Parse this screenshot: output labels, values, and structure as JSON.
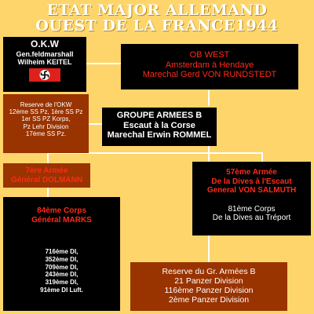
{
  "title": {
    "line1": "ETAT MAJOR ALLEMAND",
    "line2": "OUEST DE LA FRANCE1944"
  },
  "okw": {
    "name": "O.K.W",
    "rank": "Gen.feldmarshall",
    "commander": "Wilheim KEITEL"
  },
  "ob_west": {
    "name": "OB WEST",
    "area": "Amsterdam à Hendaye",
    "commander": "Marechal Gerd VON RUNDSTEDT"
  },
  "okw_reserve": {
    "lines": [
      "Reserve de l'OKW",
      "12ème SS Pz, 1ère SS Pz",
      "1er SS PZ Korps,",
      "Pz Lehr Division",
      "17ème SS Pz."
    ]
  },
  "army_group_b": {
    "name": "GROUPE ARMEES B",
    "area": "Escaut à la Corse",
    "commander": "Marechal Erwin ROMMEL"
  },
  "army7": {
    "name": "7ère Armée",
    "commander": "Général DOLMANN"
  },
  "army15": {
    "name": "57ème Armée",
    "area": "De la Dives à l'Escaut",
    "commander": "General VON SALMUTH",
    "corps_name": "81ème Corps",
    "corps_area": "De la Dives au Tréport"
  },
  "corps84": {
    "name": "84ème Corps",
    "commander": "Général MARKS",
    "divisions": [
      "716ème DI,",
      "352ème DI,",
      "709ème DI,",
      "243ème DI,",
      "319ème DI,",
      "91ème DI Luft."
    ]
  },
  "agb_reserve": {
    "lines": [
      "Reserve du Gr. Armées B",
      "21 Panzer Division",
      "116ème Panzer Division",
      "2ème Panzer Division"
    ]
  },
  "colors": {
    "background": "#fdd56a",
    "black_box": "#000000",
    "brown_box": "#993300",
    "red_text": "#ff2a1a",
    "line": "#ffffff"
  },
  "icons": [
    "swastika-flag-icon"
  ]
}
